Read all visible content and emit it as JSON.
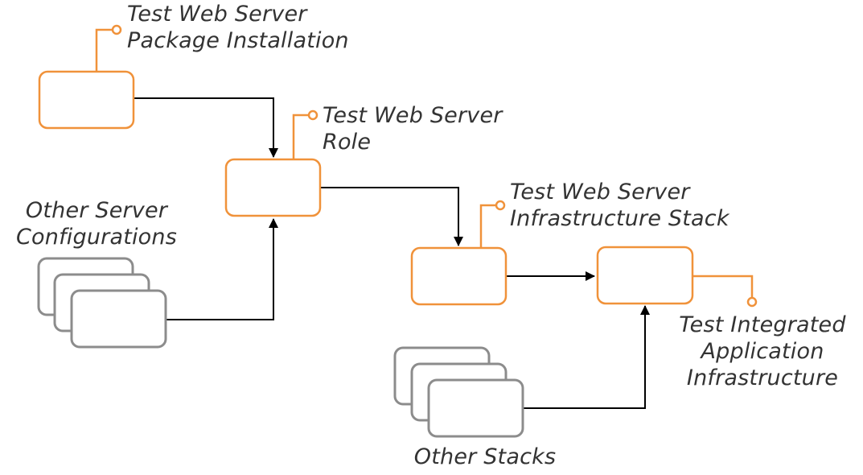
{
  "labels": {
    "package_installation": [
      "Test Web Server",
      "Package Installation"
    ],
    "role": [
      "Test Web Server",
      "Role"
    ],
    "infrastructure_stack": [
      "Test Web Server",
      "Infrastructure Stack"
    ],
    "integrated": [
      "Test Integrated",
      "Application",
      "Infrastructure"
    ],
    "other_server_configurations": [
      "Other Server",
      "Configurations"
    ],
    "other_stacks": [
      "Other Stacks"
    ]
  },
  "colors": {
    "accent": "#F0923A",
    "gray_box": "#8C8C8C",
    "connector": "#000000",
    "text": "#333333"
  }
}
